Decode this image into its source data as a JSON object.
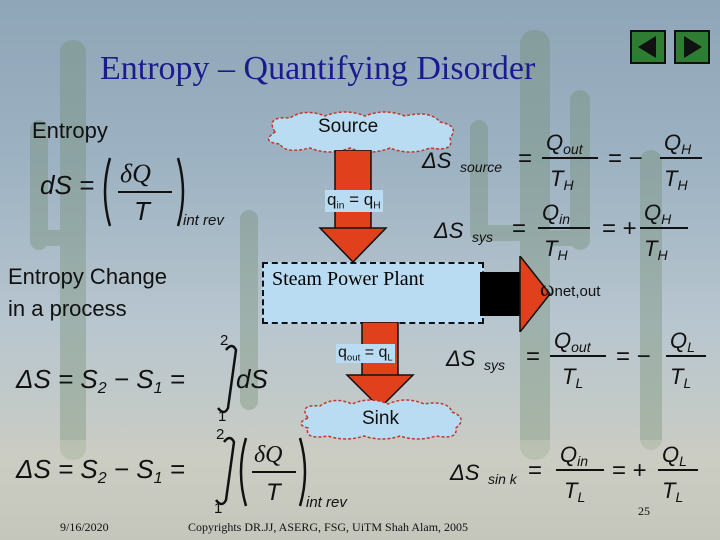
{
  "slide": {
    "title": "Entropy – Quantifying Disorder",
    "entropy_label": "Entropy",
    "entropy_change_label": "Entropy Change",
    "entropy_change_label_2": "in a process",
    "source_label": "Source",
    "qin_label": "q",
    "qin_sub": "in",
    "qin_eq": " = q",
    "qin_eq_sub": "H",
    "plant_label": "Steam Power Plant",
    "wnet_label": "ω",
    "wnet_sub": "net,out",
    "qout_label": "q",
    "qout_sub": "out",
    "qout_eq": " = q",
    "qout_eq_sub": "L",
    "sink_label": "Sink",
    "date": "9/16/2020",
    "copyright": "Copyrights DR.JJ, ASERG, FSG, UiTM Shah Alam, 2005",
    "page_number": "25",
    "nav_prev": "previous-slide",
    "nav_next": "next-slide"
  },
  "equations": {
    "int_rev": "int rev",
    "int_rev_2": "int rev",
    "limit_upper": "2",
    "limit_lower": "1",
    "limit_upper_2": "2",
    "limit_lower_2": "1"
  },
  "colors": {
    "title": "#1b1b8f",
    "cloud": "#b9dcf2",
    "arrow": "#e0401c",
    "nav": "#2e7d32"
  }
}
